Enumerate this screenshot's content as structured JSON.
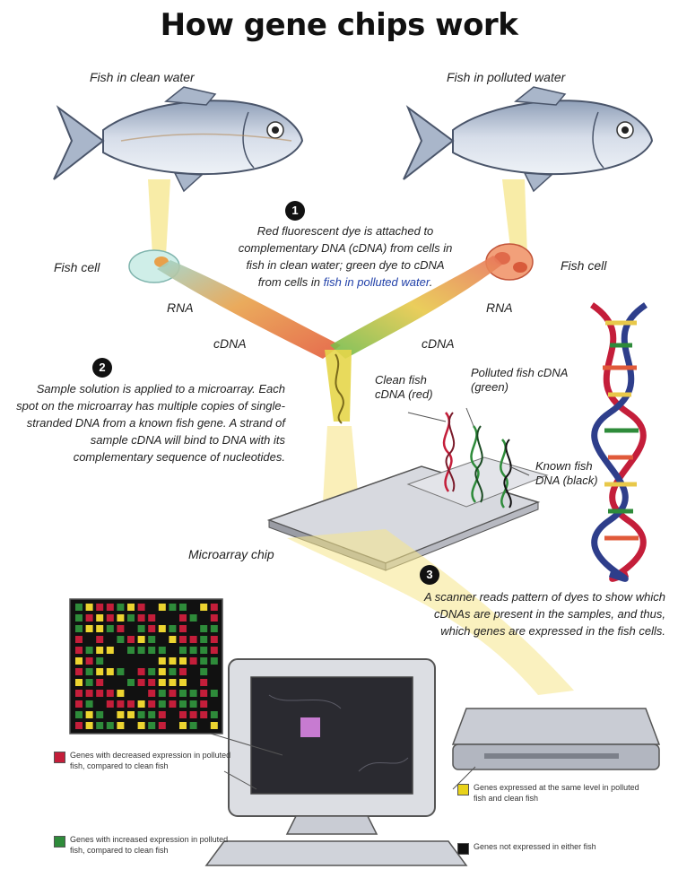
{
  "title": "How gene chips work",
  "fish_clean_label": "Fish in clean water",
  "fish_polluted_label": "Fish in polluted water",
  "fish_cell_left": "Fish cell",
  "fish_cell_right": "Fish cell",
  "rna_left": "RNA",
  "rna_right": "RNA",
  "cdna_left": "cDNA",
  "cdna_right": "cDNA",
  "step1": {
    "number": "1",
    "text_before": "Red fluorescent dye is attached to complementary DNA (cDNA) from cells in fish in clean water; green dye to cDNA from cells in ",
    "text_highlight": "fish in polluted water",
    "text_after": "."
  },
  "step2": {
    "number": "2",
    "text": "Sample solution is applied to a microarray. Each spot on the microarray has multiple copies of single-stranded DNA from a known fish gene. A strand of sample cDNA will bind to DNA with its complementary sequence of nucleotides."
  },
  "step3": {
    "number": "3",
    "text": "A scanner reads pattern of dyes to show which cDNAs are present in the samples, and thus, which genes are expressed in the fish cells."
  },
  "clean_fish_cdna": "Clean fish cDNA (red)",
  "polluted_fish_cdna": "Polluted fish cDNA (green)",
  "known_fish_dna": "Known fish DNA (black)",
  "microarray_chip": "Microarray chip",
  "legend": [
    {
      "color": "#c41e3a",
      "text": "Genes with decreased expression in polluted fish, compared to clean fish"
    },
    {
      "color": "#2e8b3a",
      "text": "Genes with increased expression in polluted fish, compared to clean fish"
    },
    {
      "color": "#e8d21a",
      "text": "Genes expressed at the same level in polluted fish and clean fish"
    },
    {
      "color": "#111111",
      "text": "Genes not expressed in either fish"
    }
  ],
  "colors": {
    "red": "#c41e3a",
    "green": "#2e8b3a",
    "yellow": "#ecd430",
    "black": "#111111",
    "glow": "#f3e07a"
  }
}
